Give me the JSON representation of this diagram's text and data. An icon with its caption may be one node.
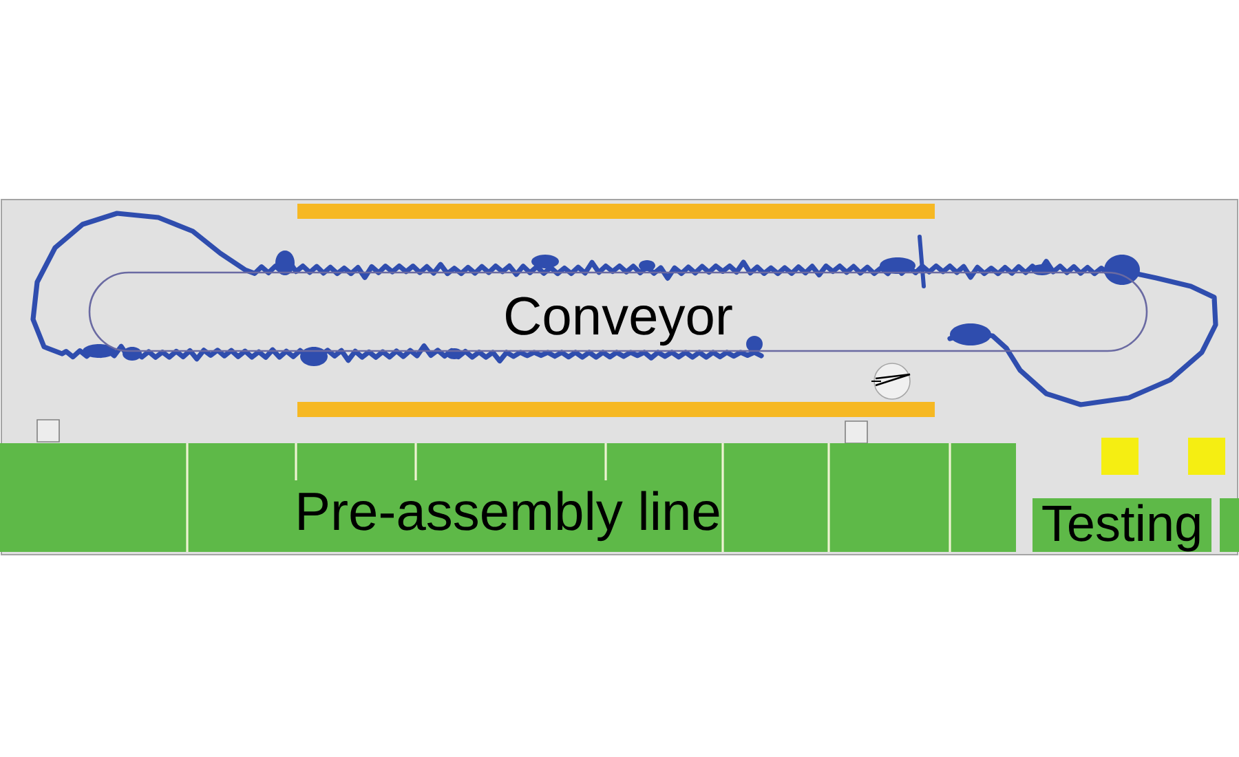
{
  "diagram": {
    "nodes": [
      {
        "text": [
          "Conveyor"
        ]
      },
      {
        "text": [
          "Pre-assembly line"
        ]
      },
      {
        "text": [
          "Testing"
        ]
      },
      {
        "text": [],
        "shape": "box"
      }
    ]
  }
}
